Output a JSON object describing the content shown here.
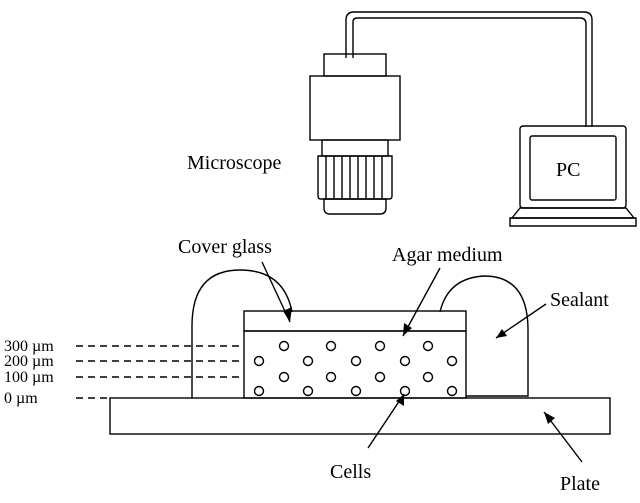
{
  "labels": {
    "microscope": "Microscope",
    "pc": "PC",
    "cover_glass": "Cover glass",
    "agar_medium": "Agar medium",
    "sealant": "Sealant",
    "cells": "Cells",
    "plate": "Plate"
  },
  "depth_levels": [
    "300 µm",
    "200 µm",
    "100 µm",
    "0 µm"
  ]
}
